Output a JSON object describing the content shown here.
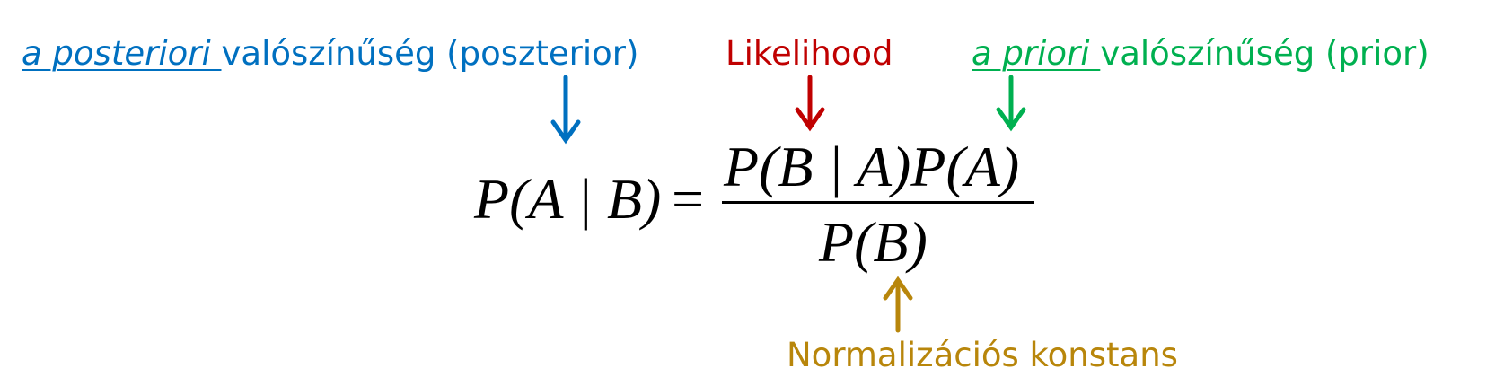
{
  "labels": {
    "posterior": {
      "emph": "a posteriori ",
      "rest": "valószínűség (poszterior)"
    },
    "likelihood": "Likelihood",
    "prior": {
      "emph": "a priori ",
      "rest": "valószínűség (prior)"
    },
    "normalization": "Normalizációs konstans"
  },
  "formula": {
    "lhs": "P(A | B)",
    "equals": "=",
    "numerator": "P(B | A)P(A)",
    "denominator": "P(B)"
  },
  "colors": {
    "posterior": "#0070C0",
    "likelihood": "#C00000",
    "prior": "#00B050",
    "normalization": "#B8860B"
  }
}
